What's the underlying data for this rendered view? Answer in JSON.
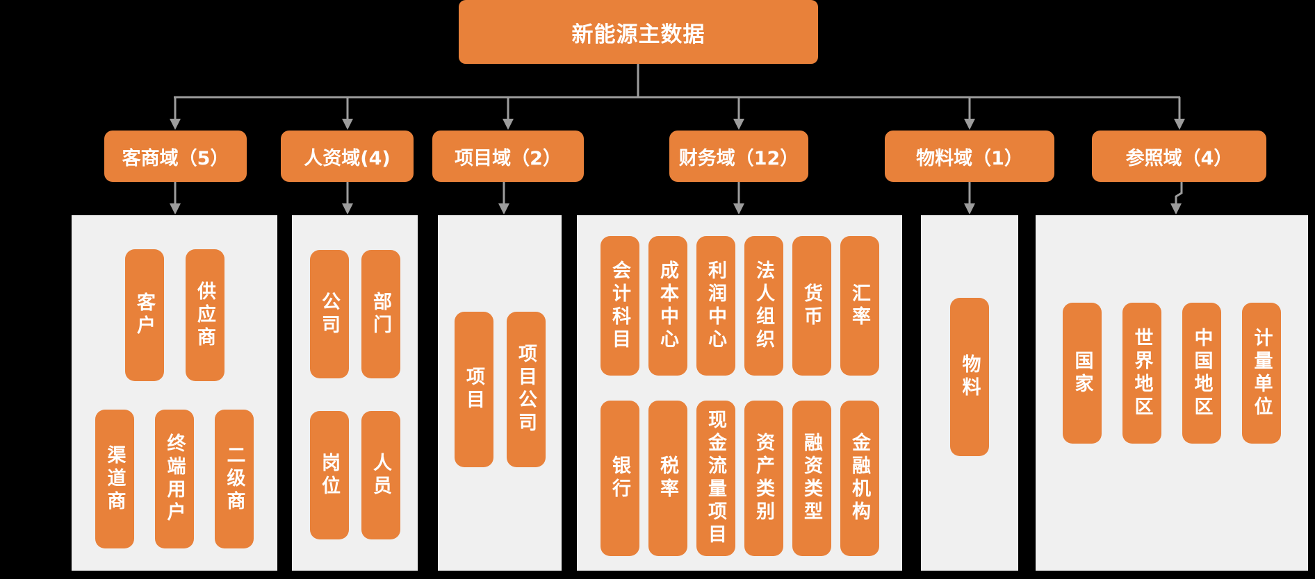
{
  "colors": {
    "accent_orange": "#E8813A",
    "panel_gray": "#F0F0F0",
    "connector_gray": "#9D9D9D",
    "background": "#000000",
    "text_white": "#FFFFFF"
  },
  "root": {
    "label": "新能源主数据"
  },
  "domains": [
    {
      "label": "客商域（5）",
      "rows": [
        [
          "客户",
          "供应商"
        ],
        [
          "渠道商",
          "终端用户",
          "二级商"
        ]
      ]
    },
    {
      "label": "人资域(4)",
      "rows": [
        [
          "公司",
          "部门"
        ],
        [
          "岗位",
          "人员"
        ]
      ]
    },
    {
      "label": "项目域（2）",
      "rows": [
        [
          "项目",
          "项目公司"
        ]
      ]
    },
    {
      "label": "财务域（12）",
      "rows": [
        [
          "会计科目",
          "成本中心",
          "利润中心",
          "法人组织",
          "货币",
          "汇率"
        ],
        [
          "银行",
          "税率",
          "现金流量项目",
          "资产类别",
          "融资类型",
          "金融机构"
        ]
      ]
    },
    {
      "label": "物料域（1）",
      "rows": [
        [
          "物料"
        ]
      ]
    },
    {
      "label": "参照域（4）",
      "rows": [
        [
          "国家",
          "世界地区",
          "中国地区",
          "计量单位"
        ]
      ]
    }
  ]
}
